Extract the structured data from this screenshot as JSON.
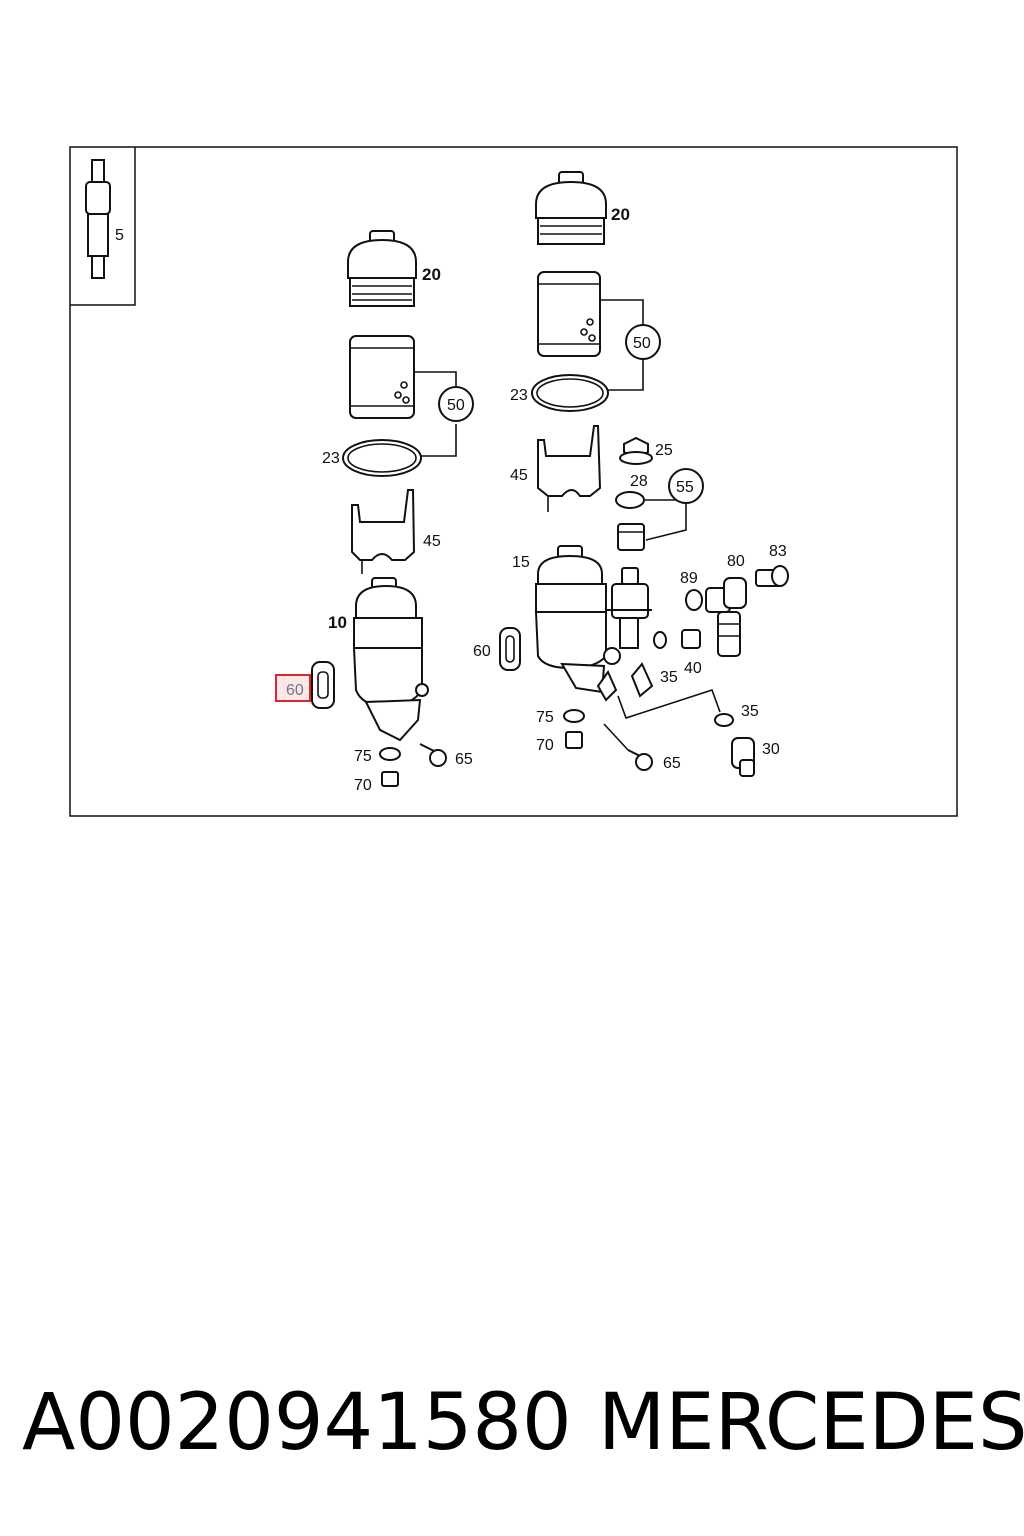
{
  "footer": {
    "part_number": "A0020941580",
    "brand": "MERCEDES"
  },
  "highlight": {
    "part_label": "60",
    "color": "#e0242b"
  },
  "labels": {
    "inset_5": "5",
    "l_20": "20",
    "l_50": "50",
    "l_23": "23",
    "l_45": "45",
    "l_10": "10",
    "l_60": "60",
    "l_75": "75",
    "l_65": "65",
    "l_70": "70",
    "r_20": "20",
    "r_50": "50",
    "r_23": "23",
    "r_45": "45",
    "r_25": "25",
    "r_28": "28",
    "r_55": "55",
    "r_15": "15",
    "r_80": "80",
    "r_83": "83",
    "r_89": "89",
    "r_60": "60",
    "r_40": "40",
    "r_35a": "35",
    "r_35b": "35",
    "r_75": "75",
    "r_70": "70",
    "r_65": "65",
    "r_30": "30"
  }
}
